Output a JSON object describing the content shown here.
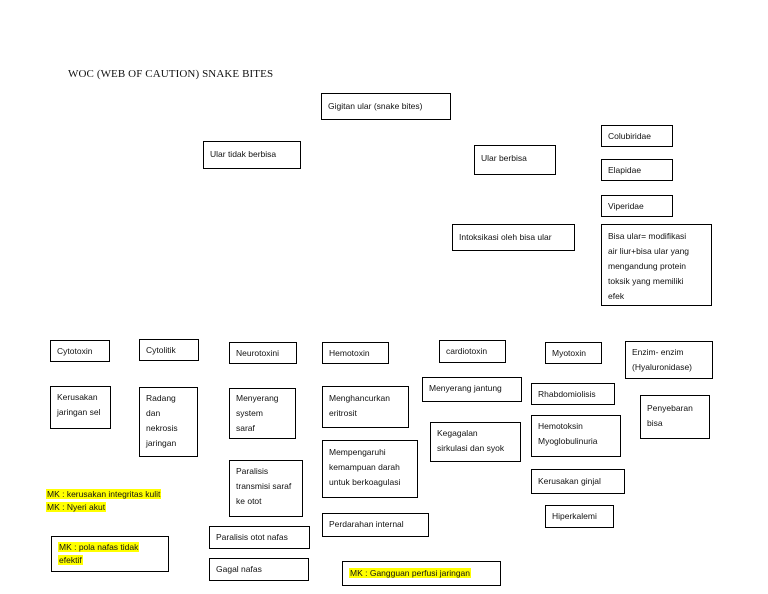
{
  "title": "WOC (WEB OF CAUTION) SNAKE BITES",
  "colors": {
    "highlight": "#ffff00",
    "border": "#000000"
  },
  "nodes": {
    "gigitan": "Gigitan ular (snake bites)",
    "tidak_berbisa": "Ular tidak berbisa",
    "berbisa": "Ular berbisa",
    "colubiridae": "Colubiridae",
    "elapidae": "Elapidae",
    "viperidae": "Viperidae",
    "intoksikasi": "Intoksikasi oleh bisa ular",
    "bisa_ular": [
      "Bisa ular= modifikasi",
      "air liur+bisa ular yang",
      "mengandung protein",
      "toksik yang memiliki",
      "efek"
    ],
    "cytotoxin": "Cytotoxin",
    "cytolitik": "Cytolitik",
    "neurotoxini": "Neurotoxini",
    "hemotoxin": "Hemotoxin",
    "cardiotoxin": "cardiotoxin",
    "myotoxin": "Myotoxin",
    "enzim": [
      "Enzim- enzim",
      "(Hyaluronidase)"
    ],
    "kerusakan_jaringan": [
      "Kerusakan",
      "jaringan sel"
    ],
    "radang": [
      "Radang",
      "dan",
      "nekrosis",
      "jaringan"
    ],
    "menyerang_saraf": [
      "Menyerang",
      "system",
      "saraf"
    ],
    "menghancurkan": [
      "Menghancurkan",
      "eritrosit"
    ],
    "menyerang_jantung": "Menyerang jantung",
    "rhabdomiolisis": "Rhabdomiolisis",
    "penyebaran": [
      "Penyebaran",
      "bisa"
    ],
    "kegagalan": [
      "Kegagalan",
      "sirkulasi dan syok"
    ],
    "hemotoksin": [
      "Hemotoksin",
      "Myoglobulinuria"
    ],
    "mempengaruhi": [
      "Mempengaruhi",
      "kemampuan darah",
      "untuk berkoagulasi"
    ],
    "paralisis_transmisi": [
      "Paralisis",
      "transmisi saraf",
      "ke otot"
    ],
    "kerusakan_ginjal": "Kerusakan ginjal",
    "perdarahan": "Perdarahan internal",
    "hiperkalemi": "Hiperkalemi",
    "paralisis_otot": "Paralisis otot nafas",
    "gagal_nafas": "Gagal nafas"
  },
  "mk": {
    "integritas": "MK : kerusakan integritas kulit",
    "nyeri": "MK : Nyeri akut",
    "pola_nafas": [
      "MK : pola nafas tidak",
      "efektif"
    ],
    "perfusi": "MK : Gangguan perfusi jaringan"
  }
}
